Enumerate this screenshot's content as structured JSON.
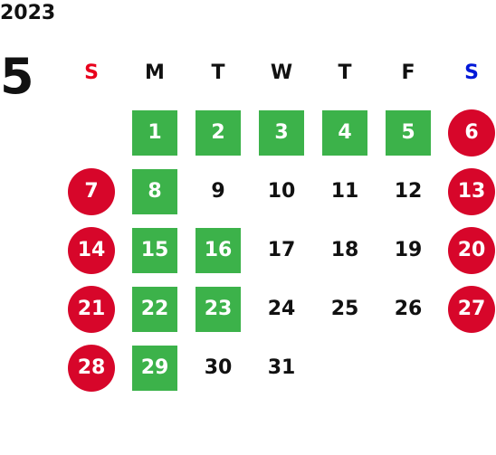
{
  "calendar": {
    "year": "2023",
    "month": "5",
    "weekdays": [
      {
        "label": "S",
        "color": "#e8001c"
      },
      {
        "label": "M",
        "color": "#111111"
      },
      {
        "label": "T",
        "color": "#111111"
      },
      {
        "label": "W",
        "color": "#111111"
      },
      {
        "label": "T",
        "color": "#111111"
      },
      {
        "label": "F",
        "color": "#111111"
      },
      {
        "label": "S",
        "color": "#0018d8"
      }
    ],
    "legend_colors": {
      "holiday": "#d7062a",
      "open": "#3cb24a"
    },
    "days": [
      {
        "day": "1",
        "col": 2,
        "type": "open"
      },
      {
        "day": "2",
        "col": 3,
        "type": "open"
      },
      {
        "day": "3",
        "col": 4,
        "type": "open"
      },
      {
        "day": "4",
        "col": 5,
        "type": "open"
      },
      {
        "day": "5",
        "col": 6,
        "type": "open"
      },
      {
        "day": "6",
        "col": 7,
        "type": "holiday"
      },
      {
        "day": "7",
        "col": 1,
        "type": "holiday"
      },
      {
        "day": "8",
        "col": 2,
        "type": "open"
      },
      {
        "day": "9",
        "col": 3,
        "type": "plain"
      },
      {
        "day": "10",
        "col": 4,
        "type": "plain"
      },
      {
        "day": "11",
        "col": 5,
        "type": "plain"
      },
      {
        "day": "12",
        "col": 6,
        "type": "plain"
      },
      {
        "day": "13",
        "col": 7,
        "type": "holiday"
      },
      {
        "day": "14",
        "col": 1,
        "type": "holiday"
      },
      {
        "day": "15",
        "col": 2,
        "type": "open"
      },
      {
        "day": "16",
        "col": 3,
        "type": "open"
      },
      {
        "day": "17",
        "col": 4,
        "type": "plain"
      },
      {
        "day": "18",
        "col": 5,
        "type": "plain"
      },
      {
        "day": "19",
        "col": 6,
        "type": "plain"
      },
      {
        "day": "20",
        "col": 7,
        "type": "holiday"
      },
      {
        "day": "21",
        "col": 1,
        "type": "holiday"
      },
      {
        "day": "22",
        "col": 2,
        "type": "open"
      },
      {
        "day": "23",
        "col": 3,
        "type": "open"
      },
      {
        "day": "24",
        "col": 4,
        "type": "plain"
      },
      {
        "day": "25",
        "col": 5,
        "type": "plain"
      },
      {
        "day": "26",
        "col": 6,
        "type": "plain"
      },
      {
        "day": "27",
        "col": 7,
        "type": "holiday"
      },
      {
        "day": "28",
        "col": 1,
        "type": "holiday"
      },
      {
        "day": "29",
        "col": 2,
        "type": "open"
      },
      {
        "day": "30",
        "col": 3,
        "type": "plain"
      },
      {
        "day": "31",
        "col": 4,
        "type": "plain"
      }
    ]
  }
}
